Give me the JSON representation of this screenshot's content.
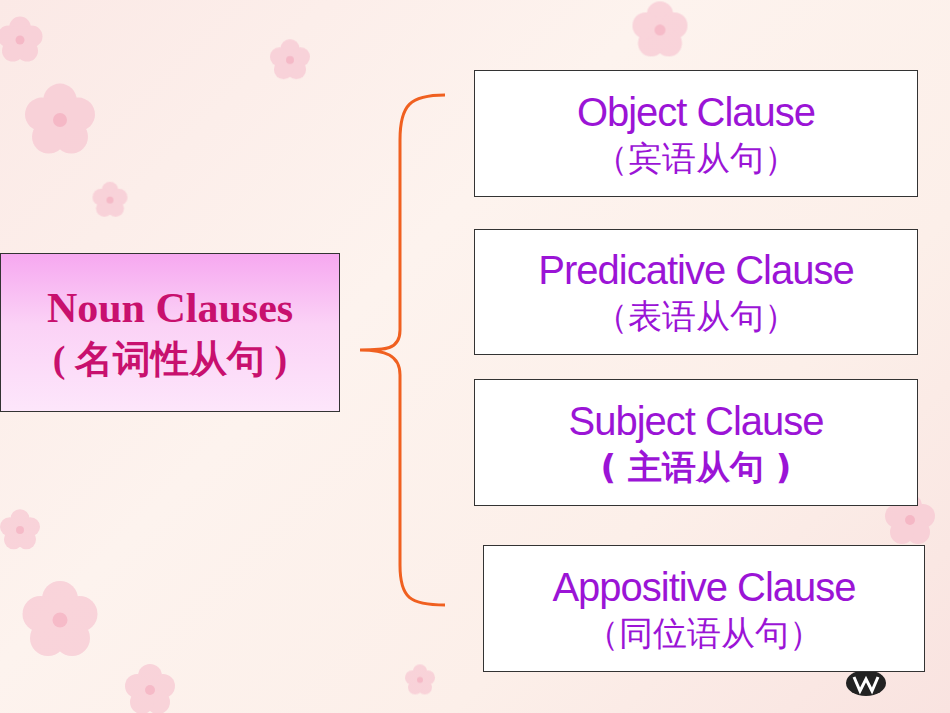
{
  "diagram": {
    "nodes": [
      {
        "text": [
          "Noun Clauses",
          "( 名词性从句 )"
        ]
      },
      {
        "text": [
          "Object Clause",
          "（宾语从句）"
        ]
      },
      {
        "text": [
          "Predicative Clause",
          "（表语从句）"
        ]
      },
      {
        "text": [
          "Subject Clause",
          "( 主语从句 )"
        ]
      },
      {
        "text": [
          "Appositive Clause",
          "（同位语从句）"
        ]
      }
    ]
  }
}
